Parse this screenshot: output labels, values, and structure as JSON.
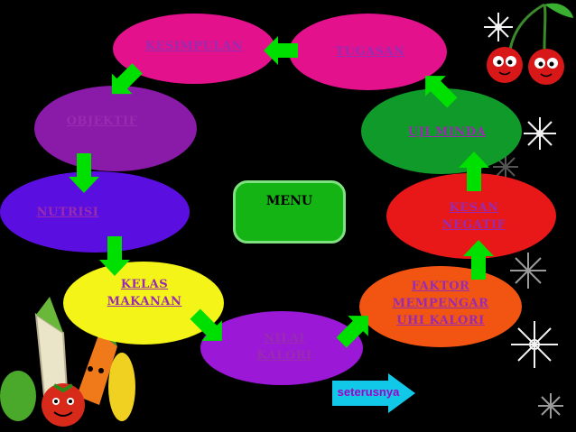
{
  "menu": {
    "label": "MENU"
  },
  "nodes": {
    "kesimpulan": "KESIMPULAN",
    "tugasan": "TUGASAN",
    "objektif": "OBJEKTIF",
    "uji_minda": "UJI MINDA",
    "nutrisi": "NUTRISI",
    "kesan_negatif": "KESAN\nNEGATIF",
    "kelas_makanan": "KELAS\nMAKANAN",
    "faktor": "FAKTOR\nMEMPENGAR\nUHI KALORI",
    "nilai_kalori": "NILAI\nKALORI"
  },
  "next_button": {
    "label": "seterusnya"
  },
  "colors": {
    "label": "#9a2bb0",
    "arrow": "#00e000",
    "kesimpulan": "#e3128c",
    "tugasan": "#e3128c",
    "objektif": "#8a1aa8",
    "uji_minda": "#0f9a2a",
    "nutrisi": "#5a0fe0",
    "kesan_negatif": "#e81818",
    "kelas_makanan": "#f4f418",
    "faktor": "#f25512",
    "nilai_kalori": "#9a18d6",
    "next_button": "#12c8e8"
  },
  "icons": [
    "snowflake-icon",
    "cherry-icon",
    "vegetable-cartoon-icon",
    "arrow-right-icon"
  ]
}
